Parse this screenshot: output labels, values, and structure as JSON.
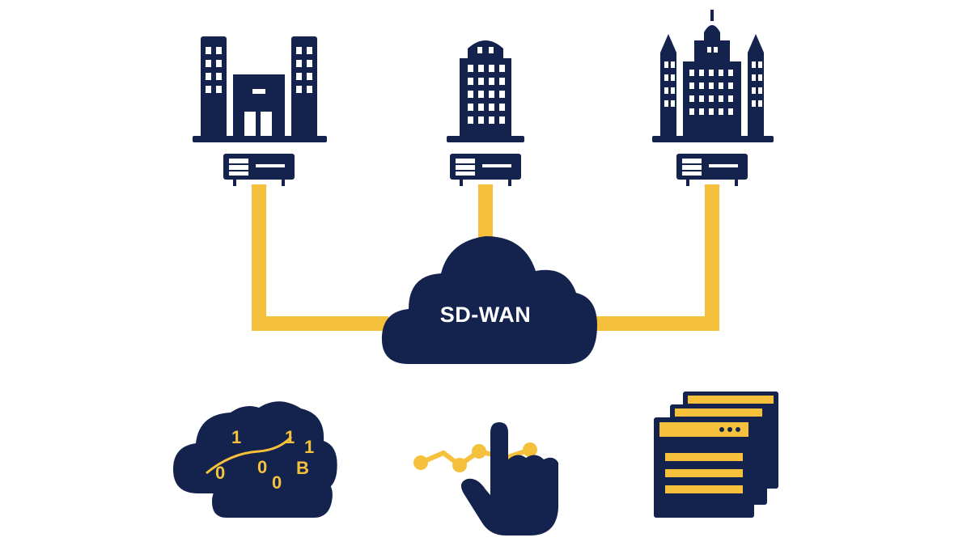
{
  "cloud": {
    "label": "SD-WAN"
  },
  "branches": [
    {
      "name": "office-campus"
    },
    {
      "name": "single-tower"
    },
    {
      "name": "city-skyline"
    }
  ],
  "benefits": [
    {
      "name": "data-cloud",
      "bits": [
        "1",
        "0",
        "1",
        "0",
        "0",
        "1",
        "B"
      ]
    },
    {
      "name": "touch-performance"
    },
    {
      "name": "application-windows"
    }
  ],
  "colors": {
    "navy": "#14234d",
    "gold": "#f5c13c",
    "white": "#ffffff"
  }
}
